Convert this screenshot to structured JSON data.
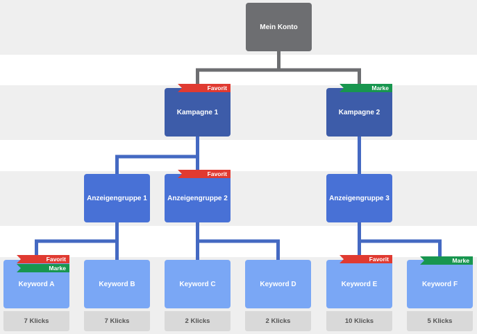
{
  "root": {
    "label": "Mein Konto"
  },
  "campaigns": [
    {
      "label": "Kampagne 1",
      "tag": "Favorit"
    },
    {
      "label": "Kampagne 2",
      "tag": "Marke"
    }
  ],
  "ad_groups": [
    {
      "label": "Anzeigengruppe 1"
    },
    {
      "label": "Anzeigengruppe 2",
      "tag": "Favorit"
    },
    {
      "label": "Anzeigengruppe 3"
    }
  ],
  "keywords": [
    {
      "label": "Keyword A",
      "clicks": "7 Klicks",
      "tag_1": "Favorit",
      "tag_2": "Marke"
    },
    {
      "label": "Keyword B",
      "clicks": "7 Klicks"
    },
    {
      "label": "Keyword C",
      "clicks": "2 Klicks"
    },
    {
      "label": "Keyword D",
      "clicks": "2 Klicks"
    },
    {
      "label": "Keyword E",
      "clicks": "10 Klicks",
      "tag_1": "Favorit"
    },
    {
      "label": "Keyword F",
      "clicks": "5 Klicks",
      "tag_1": "Marke"
    }
  ],
  "colors": {
    "root": "#6d6e71",
    "campaign": "#3d5ca9",
    "ad_group": "#4871d6",
    "keyword": "#7aa7f5",
    "clicks_box": "#d9d9d9",
    "tag_favorit": "#e03a31",
    "tag_marke": "#18964f",
    "connector_root": "#6d6e71",
    "connector_blue": "#4469c2",
    "band": "#efefef"
  }
}
